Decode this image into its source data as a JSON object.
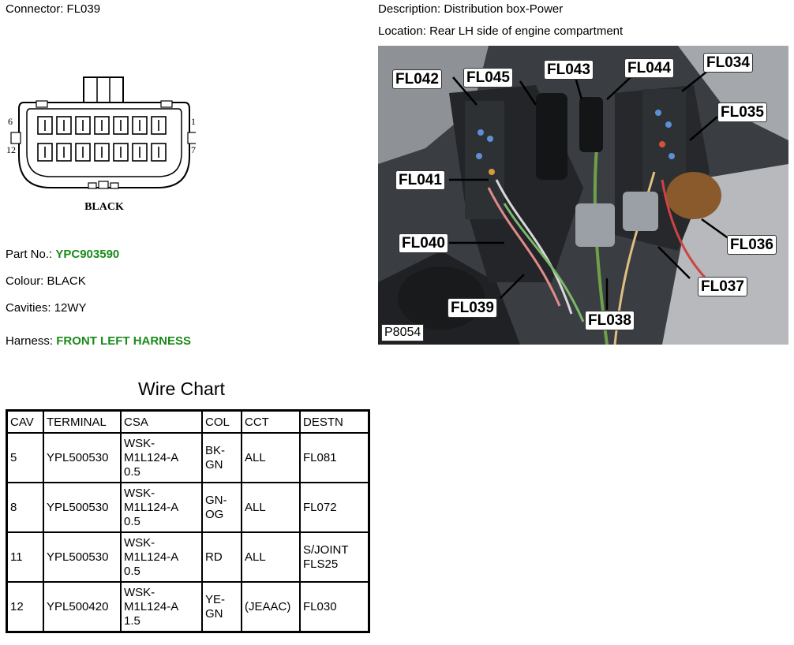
{
  "connector_line": {
    "label": "Connector:",
    "value": "FL039"
  },
  "description_line": {
    "label": "Description:",
    "value": "Distribution box-Power"
  },
  "location_line": {
    "label": "Location:",
    "value": "Rear LH side of engine compartment"
  },
  "connector_drawing": {
    "pin_left_top": "6",
    "pin_left_bottom": "12",
    "pin_right_top": "1",
    "pin_right_bottom": "7",
    "caption": "BLACK"
  },
  "part_no": {
    "label": "Part No.:",
    "value": "YPC903590"
  },
  "colour": {
    "label": "Colour:",
    "value": "BLACK"
  },
  "cavities": {
    "label": "Cavities:",
    "value": "12WY"
  },
  "harness": {
    "label": "Harness:",
    "value": "FRONT LEFT HARNESS"
  },
  "wire_chart": {
    "title": "Wire Chart",
    "headers": [
      "CAV",
      "TERMINAL",
      "CSA",
      "COL",
      "CCT",
      "DESTN"
    ],
    "rows": [
      {
        "cav": "5",
        "terminal": "YPL500530",
        "csa": [
          "WSK-",
          "M1L124-A",
          "0.5"
        ],
        "col": [
          "BK-",
          "GN"
        ],
        "cct": "ALL",
        "destn": [
          "FL081"
        ]
      },
      {
        "cav": "8",
        "terminal": "YPL500530",
        "csa": [
          "WSK-",
          "M1L124-A",
          "0.5"
        ],
        "col": [
          "GN-",
          "OG"
        ],
        "cct": "ALL",
        "destn": [
          "FL072"
        ]
      },
      {
        "cav": "11",
        "terminal": "YPL500530",
        "csa": [
          "WSK-",
          "M1L124-A",
          "0.5"
        ],
        "col": [
          "RD"
        ],
        "cct": "ALL",
        "destn": [
          "S/JOINT",
          "FLS25"
        ]
      },
      {
        "cav": "12",
        "terminal": "YPL500420",
        "csa": [
          "WSK-",
          "M1L124-A",
          "1.5"
        ],
        "col": [
          "YE-",
          "GN"
        ],
        "cct": "(JEAAC)",
        "destn": [
          "FL030"
        ]
      }
    ]
  },
  "photo": {
    "reference": "P8054",
    "callouts": [
      "FL042",
      "FL045",
      "FL043",
      "FL044",
      "FL034",
      "FL035",
      "FL041",
      "FL040",
      "FL039",
      "FL038",
      "FL037",
      "FL036"
    ]
  },
  "colors": {
    "link_green": "#1a8a1a"
  }
}
